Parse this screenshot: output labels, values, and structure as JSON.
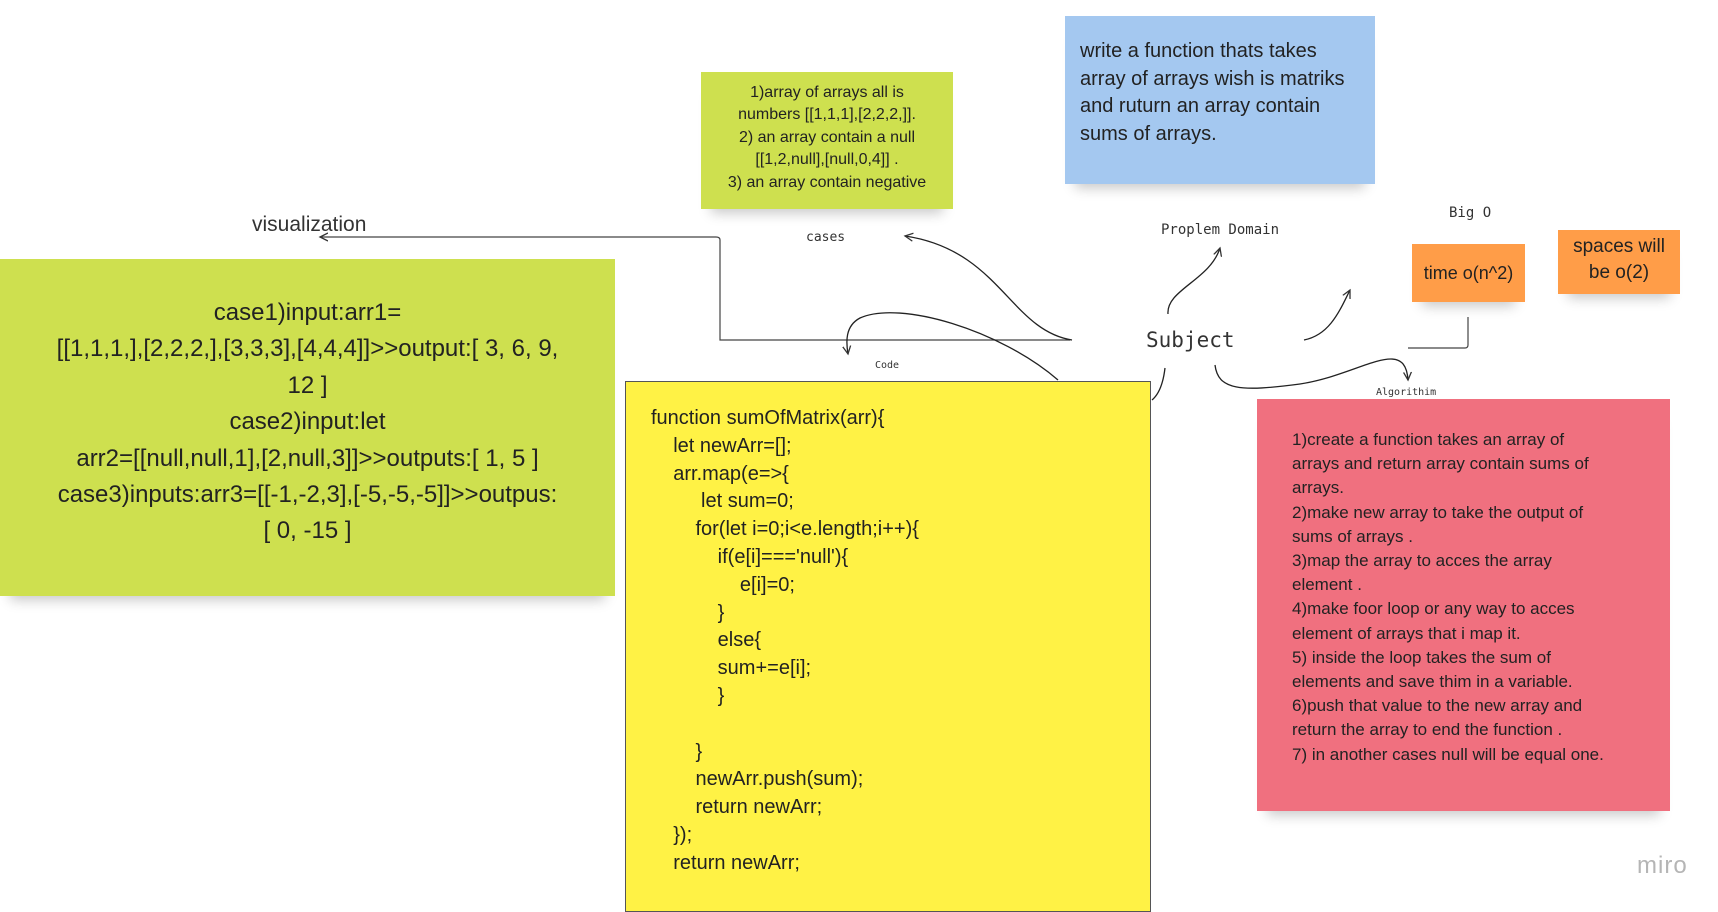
{
  "board": {
    "watermark": "miro",
    "labels": {
      "visualization": "visualization",
      "cases": "cases",
      "problem_domain": "Proplem Domain",
      "big_o": "Big O",
      "subject": "Subject",
      "code": "Code",
      "algorithm": "Algorithim"
    },
    "notes": {
      "cases": {
        "lines": [
          "1)array of arrays all is",
          "numbers [[1,1,1],[2,2,2,]].",
          "2) an array contain a null",
          "[[1,2,null],[null,0,4]] .",
          "3) an array contain negative"
        ]
      },
      "problem": {
        "text": "write a function thats takes array of arrays wish is matriks and ruturn an array contain sums of arrays."
      },
      "time": {
        "text": "time o(n^2)"
      },
      "space": {
        "text": "spaces will be o(2)"
      },
      "visualization": {
        "lines": [
          "case1)input:arr1=",
          "[[1,1,1,],[2,2,2,],[3,3,3],[4,4,4]]>>output:[ 3, 6, 9,",
          "12 ]",
          "case2)input:let",
          "arr2=[[null,null,1],[2,null,3]]>>outputs:[ 1, 5 ]",
          "case3)inputs:arr3=[[-1,-2,3],[-5,-5,-5]]>>outpus:",
          "[ 0, -15 ]"
        ]
      },
      "code": {
        "lines": [
          "function sumOfMatrix(arr){",
          "    let newArr=[];",
          "    arr.map(e=>{",
          "         let sum=0;",
          "        for(let i=0;i<e.length;i++){",
          "            if(e[i]==='null'){",
          "                e[i]=0;",
          "            }",
          "            else{",
          "            sum+=e[i];",
          "            }",
          "",
          "        }",
          "        newArr.push(sum);",
          "        return newArr;",
          "    });",
          "    return newArr;"
        ]
      },
      "algorithm": {
        "lines": [
          "1)create a function takes an array of",
          "arrays  and return array contain sums of",
          "arrays.",
          "2)make new array to take the output of",
          "sums of arrays .",
          "3)map the array to acces the array",
          "element .",
          "4)make foor loop or any way to acces",
          "element of arrays that i map it.",
          "5) inside the loop takes the sum of",
          "elements and save thim in a variable.",
          "6)push that value to the new array and",
          "return the array to end the function .",
          "7) in another cases null will be equal one."
        ]
      }
    },
    "colors": {
      "green": "#cee04f",
      "blue": "#a4c8f0",
      "yellow": "#fff245",
      "pink": "#f0707f",
      "orange": "#ff9d48"
    }
  }
}
